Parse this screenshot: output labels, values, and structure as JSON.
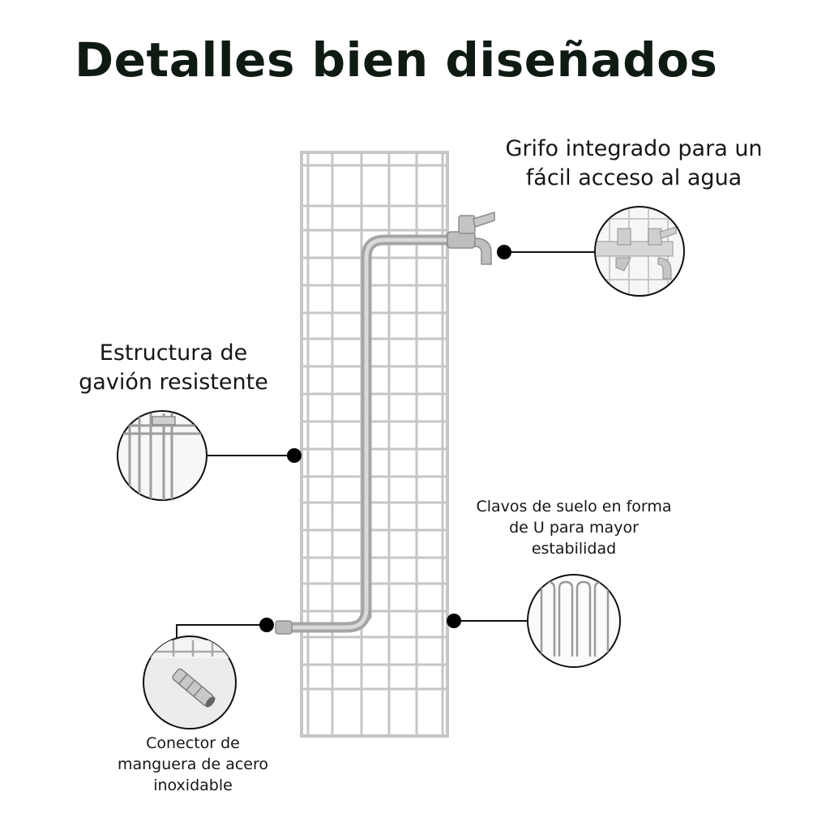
{
  "title": "Detalles bien diseñados",
  "features": {
    "faucet": {
      "line1": "Grifo integrado para un",
      "line2": "fácil acceso al agua",
      "icon": "faucet-icon"
    },
    "gabion": {
      "line1": "Estructura de",
      "line2": "gavión resistente",
      "icon": "wire-mesh-icon"
    },
    "stakes": {
      "line1": "Clavos de suelo en forma",
      "line2": "de U para mayor",
      "line3": "estabilidad",
      "icon": "u-stake-icon"
    },
    "hose": {
      "line1": "Conector de",
      "line2": "manguera de acero",
      "line3": "inoxidable",
      "icon": "hose-connector-icon"
    }
  },
  "colors": {
    "frame": "#c4c4c4",
    "pipe": "#b5b5b5",
    "dot": "#000000",
    "text": "#111111"
  }
}
